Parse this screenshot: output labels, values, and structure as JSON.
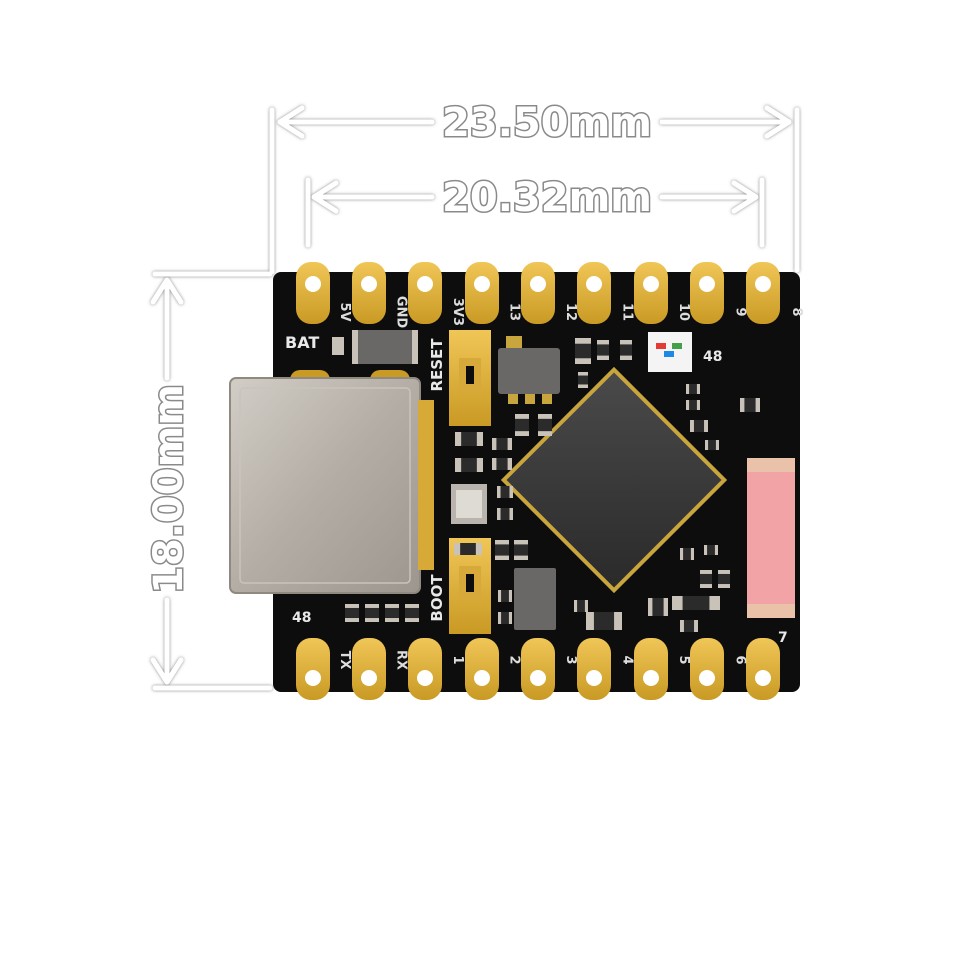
{
  "dimensions": {
    "outer_width": "23.50mm",
    "inner_width": "20.32mm",
    "height": "18.00mm"
  },
  "board": {
    "top_pins": [
      "5V",
      "GND",
      "3V3",
      "13",
      "12",
      "11",
      "10",
      "9",
      "8"
    ],
    "bottom_pins": [
      "TX",
      "RX",
      "1",
      "2",
      "3",
      "4",
      "5",
      "6"
    ],
    "bat_label": "BAT",
    "reset_label": "RESET",
    "boot_label": "BOOT",
    "led_label": "48",
    "pin48_label": "48",
    "pin7_label": "7"
  },
  "colors": {
    "pcb": "#0d0d0d",
    "gold": "#e2b23a",
    "shield": "#b8b2aa",
    "antenna": "#f2a3a6",
    "chip": "#3a3a3a"
  }
}
